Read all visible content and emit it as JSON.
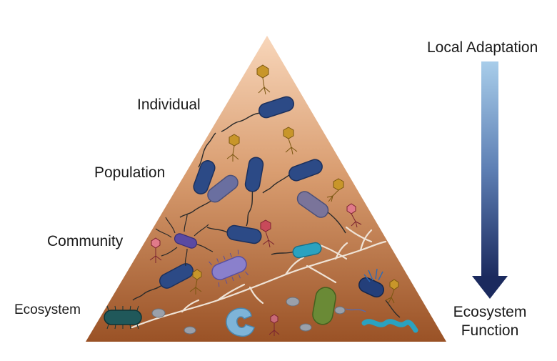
{
  "levels": {
    "individual": "Individual",
    "population": "Population",
    "community": "Community",
    "ecosystem": "Ecosystem"
  },
  "arrow": {
    "top_label": "Local Adaptation",
    "bottom_label_line1": "Ecosystem",
    "bottom_label_line2": "Function"
  },
  "colors": {
    "pyramid_top": "#f6cfb0",
    "pyramid_bottom": "#9a5226",
    "arrow_top": "#a8cdea",
    "arrow_bottom": "#1b2a5e",
    "bacteria_blue": "#2c4a86",
    "bacteria_grey_purple": "#6a6fa0",
    "phage_gold": "#c8962a",
    "phage_red": "#c84a5a",
    "purple_cell": "#7b72c4",
    "teal_cell": "#2aa2c0",
    "green_cell": "#6a8a36",
    "dark_teal_cell": "#20585a",
    "hyphae": "#efe3d6"
  }
}
